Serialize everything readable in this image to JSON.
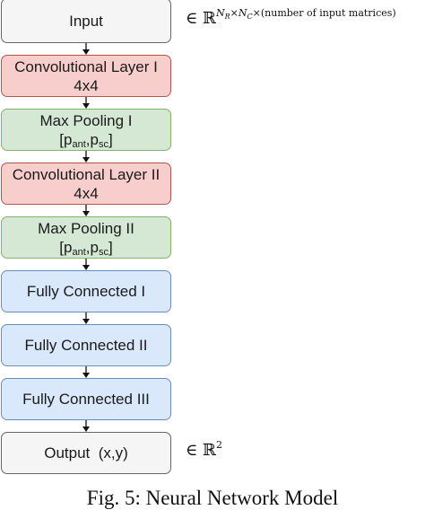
{
  "nodes": [
    {
      "id": "input",
      "line1": "Input",
      "line2": ""
    },
    {
      "id": "conv1",
      "line1": "Convolutional Layer I",
      "line2": "4x4"
    },
    {
      "id": "pool1",
      "line1": "Max Pooling I",
      "line2_prefix": "[p",
      "line2_sub1": "ant",
      "line2_mid": ",p",
      "line2_sub2": "sc",
      "line2_suffix": "]"
    },
    {
      "id": "conv2",
      "line1": "Convolutional Layer II",
      "line2": "4x4"
    },
    {
      "id": "pool2",
      "line1": "Max Pooling II",
      "line2_prefix": "[p",
      "line2_sub1": "ant",
      "line2_mid": ",p",
      "line2_sub2": "sc",
      "line2_suffix": "]"
    },
    {
      "id": "fc1",
      "line1": "Fully Connected I"
    },
    {
      "id": "fc2",
      "line1": "Fully Connected II"
    },
    {
      "id": "fc3",
      "line1": "Fully Connected III"
    },
    {
      "id": "output",
      "line1": "Output  (x,y)"
    }
  ],
  "annotations": {
    "input_space": {
      "prefix": "∈ ℝ",
      "superscript": "N_R×N_C×(number of input matrices)"
    },
    "output_space": {
      "prefix": "∈ ℝ",
      "superscript": "2"
    }
  },
  "colors": {
    "input_output": "#f5f5f5",
    "conv": "#f8cecc",
    "pool": "#d5e8d4",
    "fc": "#dae8fc",
    "arrow": "#111111"
  },
  "caption": "Fig. 5: Neural Network Model"
}
